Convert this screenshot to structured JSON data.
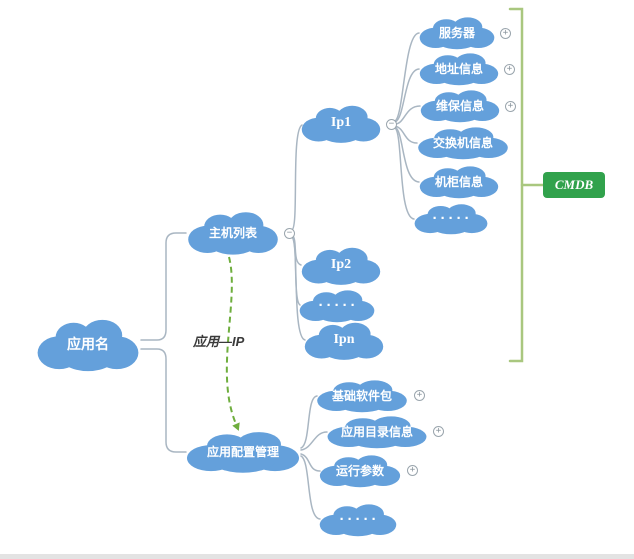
{
  "colors": {
    "cloud_fill": "#64a0db",
    "node_text": "#ffffff",
    "connector": "#a9b6c2",
    "arrow_green": "#6fae3e",
    "bracket_green": "#a9c77f",
    "cmdb_bg": "#31a24c",
    "cmdb_text": "#ffffff",
    "edge_label_text": "#3a3a3a"
  },
  "icons": {
    "collapse_glyph": "−",
    "expand_glyph": "+"
  },
  "nodes": {
    "app": {
      "label": "应用名"
    },
    "host_list": {
      "label": "主机列表"
    },
    "app_config": {
      "label": "应用配置管理"
    },
    "ip1": {
      "label": "Ip1"
    },
    "ip2": {
      "label": "Ip2"
    },
    "ip_dots": {
      "label": "·····"
    },
    "ipn": {
      "label": "Ipn"
    },
    "server": {
      "label": "服务器"
    },
    "address_info": {
      "label": "地址信息"
    },
    "maintenance_info": {
      "label": "维保信息"
    },
    "switch_info": {
      "label": "交换机信息"
    },
    "cabinet_info": {
      "label": "机柜信息"
    },
    "ip1_dots": {
      "label": "·····"
    },
    "base_pkg": {
      "label": "基础软件包"
    },
    "app_dir_info": {
      "label": "应用目录信息"
    },
    "run_params": {
      "label": "运行参数"
    },
    "config_dots": {
      "label": "·····"
    }
  },
  "annotations": {
    "edge_label": "应用—IP",
    "cmdb_label": "CMDB"
  }
}
